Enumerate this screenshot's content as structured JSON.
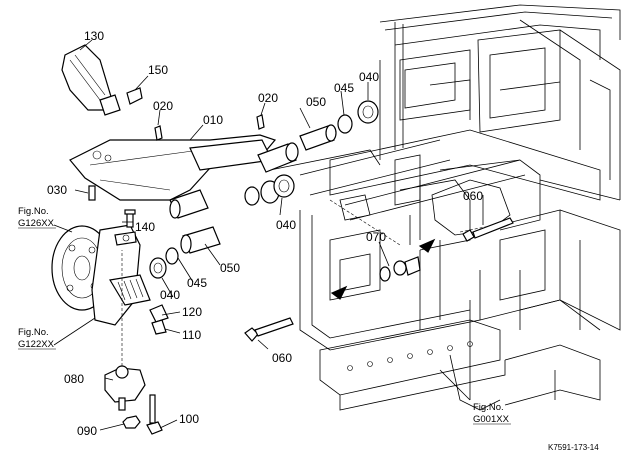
{
  "figure_code": "K7591-173-14",
  "labels": {
    "p130": "130",
    "p150": "150",
    "p020a": "020",
    "p020b": "020",
    "p010": "010",
    "p050a": "050",
    "p045a": "045",
    "p040a": "040",
    "p030": "030",
    "p140": "140",
    "p040b": "040",
    "p060a": "060",
    "p070": "070",
    "p045b": "045",
    "p050b": "050",
    "p040c": "040",
    "p120": "120",
    "p110": "110",
    "p060b": "060",
    "p080": "080",
    "p090": "090",
    "p100": "100"
  },
  "figure_refs": {
    "g126": {
      "line1": "Fig.No.",
      "line2": "G126XX"
    },
    "g122": {
      "line1": "Fig.No.",
      "line2": "G122XX"
    },
    "g001": {
      "line1": "Fig.No.",
      "line2": "G001XX"
    }
  }
}
